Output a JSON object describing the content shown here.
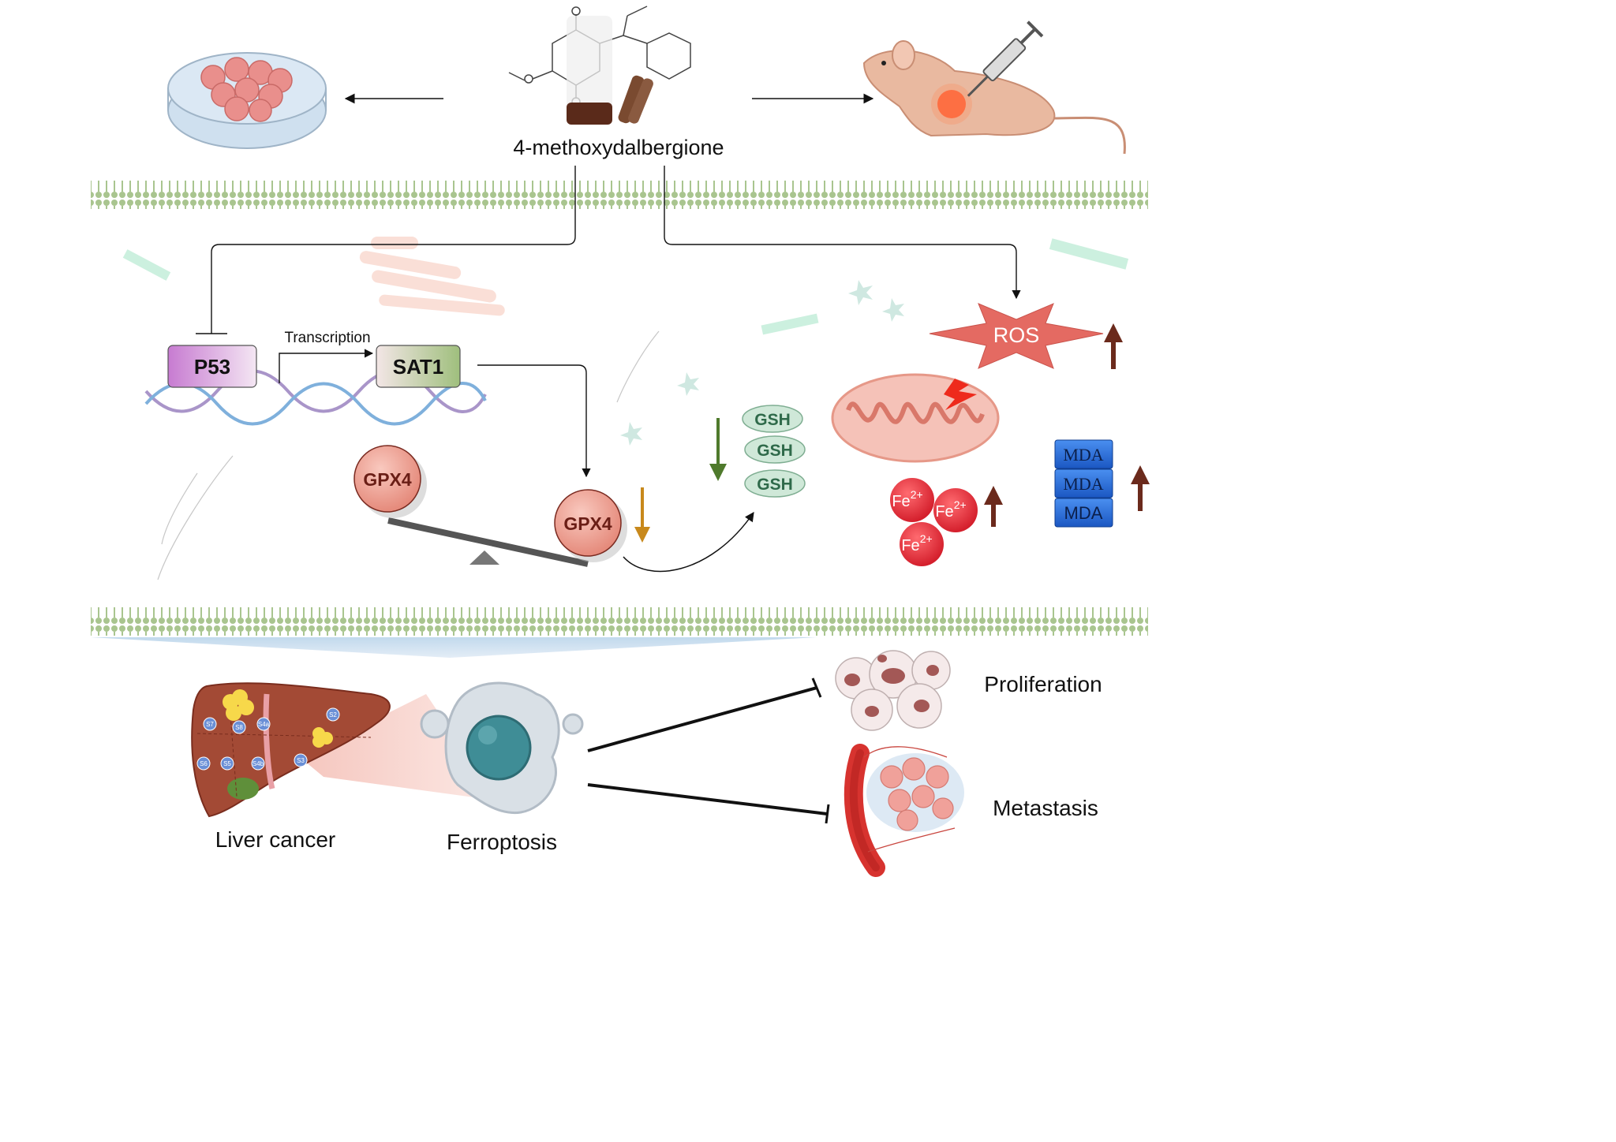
{
  "compound": {
    "name": "4-methoxydalbergione"
  },
  "pathway": {
    "p53": "P53",
    "sat1": "SAT1",
    "transcription": "Transcription",
    "gpx4_left": "GPX4",
    "gpx4_right": "GPX4",
    "gsh": [
      "GSH",
      "GSH",
      "GSH"
    ],
    "ros": "ROS",
    "fe": [
      {
        "base": "Fe",
        "sup": "2+"
      },
      {
        "base": "Fe",
        "sup": "2+"
      },
      {
        "base": "Fe",
        "sup": "2+"
      }
    ],
    "mda": [
      "MDA",
      "MDA",
      "MDA"
    ]
  },
  "liver_segments": [
    "S7",
    "S8",
    "S4a",
    "S2",
    "S6",
    "S5",
    "S4b",
    "S3"
  ],
  "outcomes": {
    "liver_cancer": "Liver cancer",
    "ferroptosis": "Ferroptosis",
    "proliferation": "Proliferation",
    "metastasis": "Metastasis"
  },
  "colors": {
    "membrane": "#a9c58f",
    "p53_fill": "#d48fd6",
    "sat1_fill": "#a7c28a",
    "gpx4_fill": "#f2a99c",
    "gsh_fill": "#cfe8d8",
    "ros_fill": "#e46a62",
    "fe_fill": "#e8323c",
    "mda_fill": "#2d6fd6",
    "up_arrow": "#6b2a1c",
    "down_arrow_gpx4": "#c8891c",
    "down_arrow_gsh": "#4f7a2c"
  }
}
